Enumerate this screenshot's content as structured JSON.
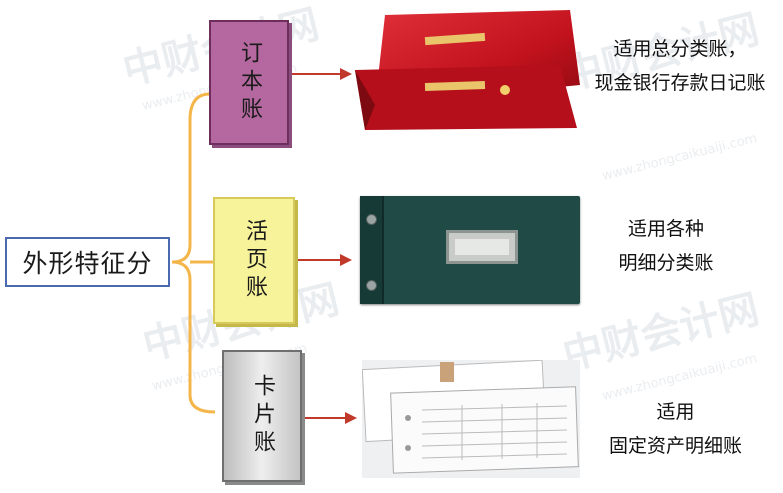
{
  "root": {
    "label": "外形特征分"
  },
  "nodes": [
    {
      "label": "订本账",
      "color": "#b4689f",
      "description_lines": [
        "适用总分类账，",
        "现金银行存款日记账"
      ]
    },
    {
      "label": "活页账",
      "color": "#f7f39a",
      "description_lines": [
        "适用各种",
        "明细分类账"
      ]
    },
    {
      "label": "卡片账",
      "color": "#c8c8c8",
      "description_lines": [
        "适用",
        "固定资产明细账"
      ]
    }
  ],
  "colors": {
    "bracket": "#f4b64b",
    "arrow": "#c0392b",
    "root_border": "#4a6bb0"
  },
  "watermark": {
    "text": "中财会计网",
    "url": "www.zhongcaikuaiji.com"
  }
}
